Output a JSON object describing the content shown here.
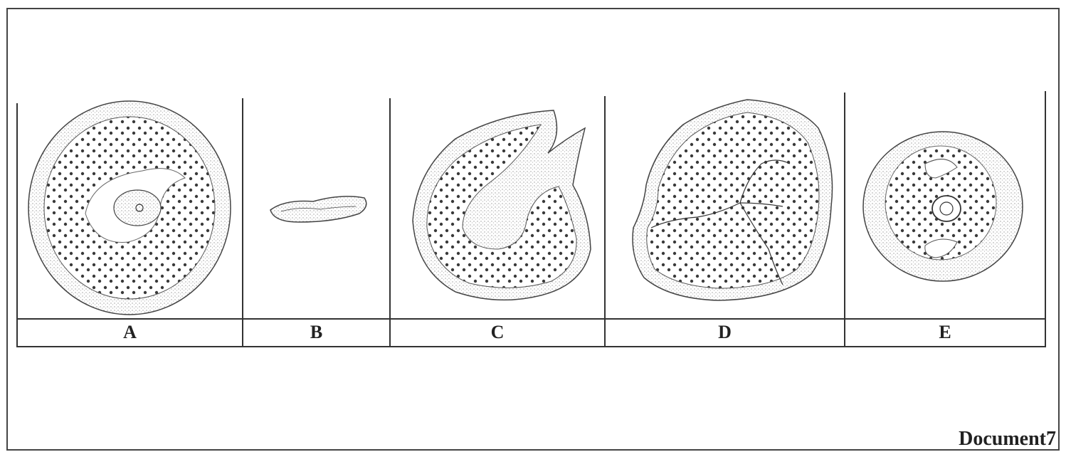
{
  "figure": {
    "panels": [
      {
        "label": "A"
      },
      {
        "label": "B"
      },
      {
        "label": "C"
      },
      {
        "label": "D"
      },
      {
        "label": "E"
      }
    ],
    "caption": "Document7"
  },
  "colors": {
    "ink": "#2a2a2a",
    "stipple": "#8a8a8a",
    "dots": "#3a3a3a"
  }
}
